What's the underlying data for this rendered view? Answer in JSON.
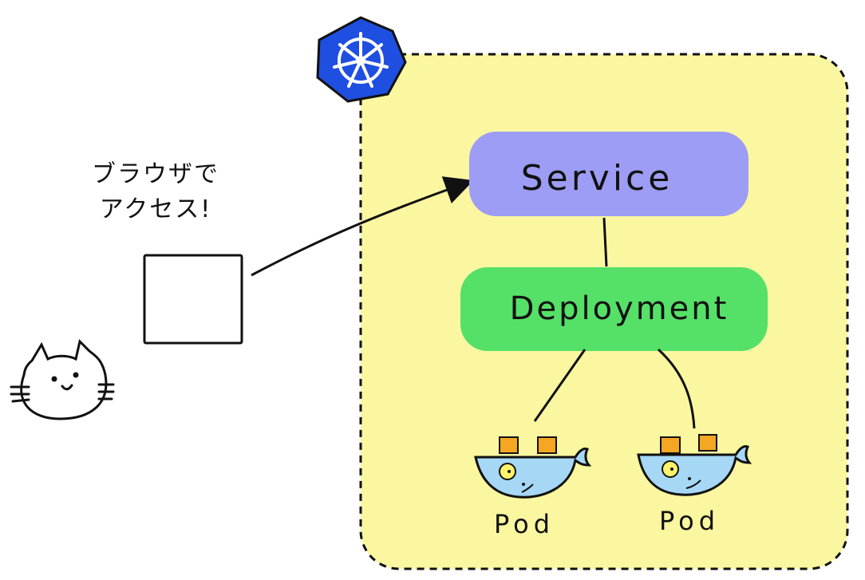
{
  "caption": {
    "line1": "ブラウザで",
    "line2": "アクセス!"
  },
  "nodes": {
    "service": {
      "label": "Service",
      "color": "#9d9df5"
    },
    "deployment": {
      "label": "Deployment",
      "color": "#55e068"
    },
    "pods": [
      {
        "label": "Pod"
      },
      {
        "label": "Pod"
      }
    ]
  },
  "cluster": {
    "fill": "#fbf7a0",
    "logo_icon": "kubernetes-helm-icon",
    "logo_color": "#1f4fe0"
  },
  "actor": {
    "icon": "cat-face-icon"
  },
  "browser": {
    "icon": "browser-window-icon"
  },
  "pod_icon": {
    "body_color": "#a6d8f5",
    "container_color": "#f5a623"
  }
}
